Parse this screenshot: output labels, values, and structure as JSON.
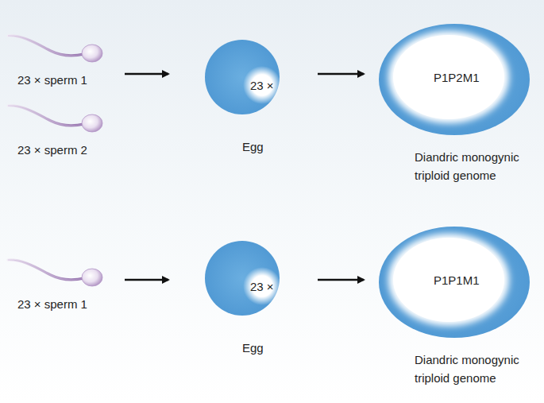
{
  "diagram": {
    "nodes": [
      {
        "text": [
          "23 × sperm 1"
        ]
      },
      {
        "text": [
          "23 × sperm 2"
        ]
      },
      {
        "text": [
          "23 ×",
          "Egg"
        ]
      },
      {
        "text": [
          "P1P2M1",
          "Diandric monogynic triploid genome"
        ]
      },
      {
        "text": [
          "23 × sperm 1"
        ]
      },
      {
        "text": [
          "23 ×",
          "Egg"
        ]
      },
      {
        "text": [
          "P1P1M1",
          "Diandric monogynic triploid genome"
        ]
      }
    ],
    "edges": [
      {
        "from": 0,
        "to": 2,
        "arrow": "to"
      },
      {
        "from": 2,
        "to": 3,
        "arrow": "to"
      },
      {
        "from": 4,
        "to": 5,
        "arrow": "to"
      },
      {
        "from": 5,
        "to": 6,
        "arrow": "to"
      }
    ]
  }
}
